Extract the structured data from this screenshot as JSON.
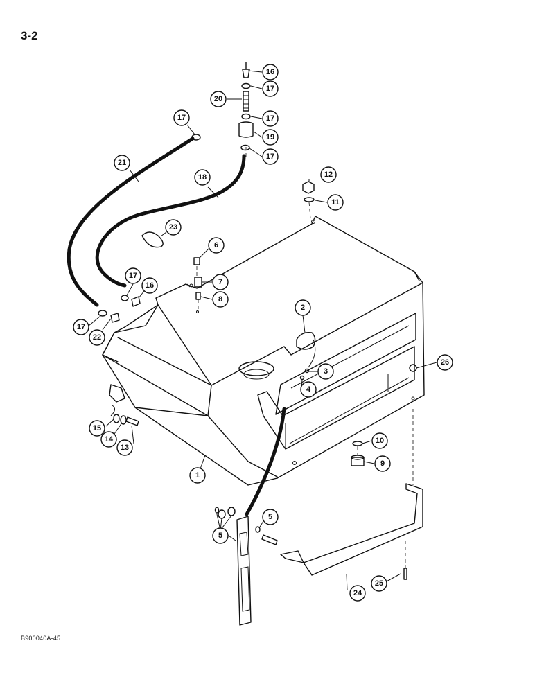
{
  "page": {
    "number": "3-2",
    "figure_code": "B900040A-45"
  },
  "callouts": [
    {
      "id": "c16a",
      "label": "16"
    },
    {
      "id": "c17a",
      "label": "17"
    },
    {
      "id": "c20",
      "label": "20"
    },
    {
      "id": "c17b",
      "label": "17"
    },
    {
      "id": "c19",
      "label": "19"
    },
    {
      "id": "c17c",
      "label": "17"
    },
    {
      "id": "c17d",
      "label": "17"
    },
    {
      "id": "c21",
      "label": "21"
    },
    {
      "id": "c18",
      "label": "18"
    },
    {
      "id": "c12",
      "label": "12"
    },
    {
      "id": "c11",
      "label": "11"
    },
    {
      "id": "c23",
      "label": "23"
    },
    {
      "id": "c6",
      "label": "6"
    },
    {
      "id": "c7",
      "label": "7"
    },
    {
      "id": "c8",
      "label": "8"
    },
    {
      "id": "c17e",
      "label": "17"
    },
    {
      "id": "c16b",
      "label": "16"
    },
    {
      "id": "c17f",
      "label": "17"
    },
    {
      "id": "c22",
      "label": "22"
    },
    {
      "id": "c2",
      "label": "2"
    },
    {
      "id": "c3",
      "label": "3"
    },
    {
      "id": "c4",
      "label": "4"
    },
    {
      "id": "c26",
      "label": "26"
    },
    {
      "id": "c15",
      "label": "15"
    },
    {
      "id": "c14",
      "label": "14"
    },
    {
      "id": "c13",
      "label": "13"
    },
    {
      "id": "c10",
      "label": "10"
    },
    {
      "id": "c9",
      "label": "9"
    },
    {
      "id": "c1",
      "label": "1"
    },
    {
      "id": "c5a",
      "label": "5"
    },
    {
      "id": "c5b",
      "label": "5"
    },
    {
      "id": "c24",
      "label": "24"
    },
    {
      "id": "c25",
      "label": "25"
    }
  ]
}
